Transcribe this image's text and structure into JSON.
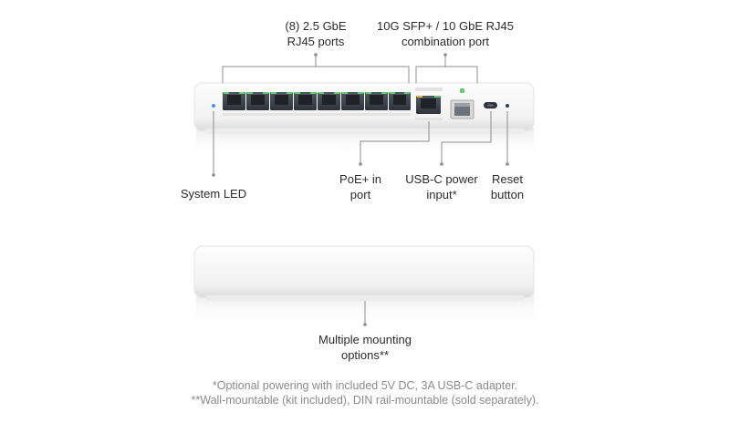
{
  "callouts": {
    "rj45_ports": [
      "(8) 2.5 GbE",
      "RJ45 ports"
    ],
    "combo_port": [
      "10G SFP+ / 10 GbE RJ45",
      "combination port"
    ],
    "system_led": [
      "System LED"
    ],
    "poe_in": [
      "PoE+ in",
      "port"
    ],
    "usbc_power": [
      "USB-C power",
      "input*"
    ],
    "reset": [
      "Reset",
      "button"
    ],
    "mounting": [
      "Multiple mounting",
      "options**"
    ]
  },
  "footnotes": [
    "*Optional powering with included 5V DC, 3A USB-C adapter.",
    "**Wall-mountable (kit included), DIN rail-mountable (sold separately)."
  ],
  "colors": {
    "label_text": "#2b2b2b",
    "footnote_text": "#8a8a8a",
    "leader_line": "#8c8c8c",
    "device_body": "#f7f7f7",
    "port_led_green": "#5fd16b",
    "port_led_amber": "#f0b33a",
    "system_led_blue": "#4a8cff"
  }
}
